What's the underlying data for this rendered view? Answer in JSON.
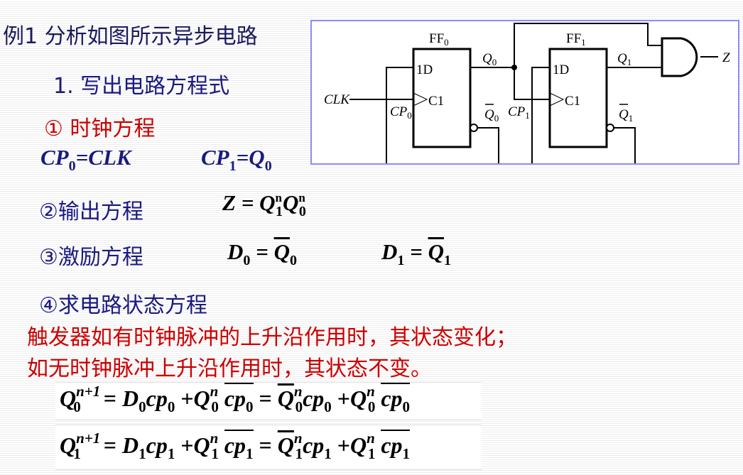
{
  "title": "例1  分析如图所示异步电路",
  "step1": "1.  写出电路方程式",
  "clock_eq": {
    "label": "① 时钟方程",
    "cp0_lhs": "CP",
    "cp0_sub": "0",
    "cp0_rhs": "=CLK",
    "cp1_lhs": "CP",
    "cp1_sub": "1",
    "cp1_eq": "=Q",
    "cp1_sub2": "0"
  },
  "output_eq": {
    "label": "②输出方程",
    "z": "Z",
    "eq": " = ",
    "q": "Q",
    "s1": "1",
    "n": "n",
    "s0": "0"
  },
  "excite_eq": {
    "label": "③激励方程",
    "d0": "D",
    "d0s": "0",
    "eq": " = ",
    "q0": "Q",
    "q0s": "0",
    "d1": "D",
    "d1s": "1",
    "q1": "Q",
    "q1s": "1"
  },
  "state_eq": {
    "label": "④求电路状态方程"
  },
  "note_line1": "触发器如有时钟脉冲的上升沿作用时，其状态变化；",
  "note_line2": "如无时钟脉冲上升沿作用时，其状态不变。",
  "equations": [
    {
      "q": "Q",
      "i": "0",
      "np1": "n+1",
      "d": "D",
      "cp": "cp",
      "n": "n"
    },
    {
      "q": "Q",
      "i": "1",
      "np1": "n+1",
      "d": "D",
      "cp": "cp",
      "n": "n"
    }
  ],
  "circuit": {
    "ff0": "FF",
    "ff0s": "0",
    "ff1": "FF",
    "ff1s": "1",
    "d": "1D",
    "c": "C1",
    "clk": "CLK",
    "cp": "CP",
    "q": "Q",
    "s0": "0",
    "s1": "1",
    "z": "Z"
  }
}
